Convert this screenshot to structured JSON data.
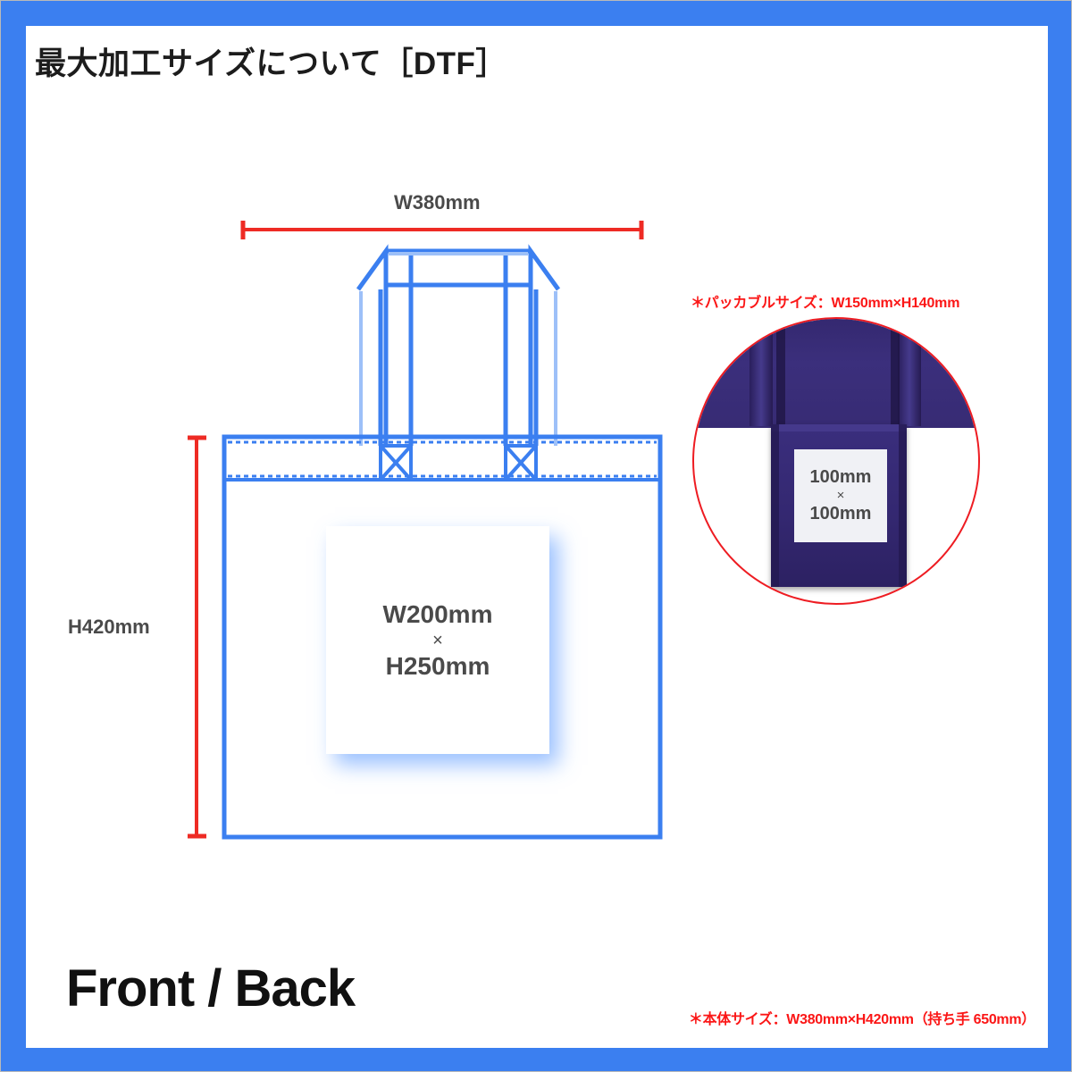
{
  "page": {
    "title": "最大加工サイズについて［DTF］",
    "front_back_label": "Front / Back",
    "body_size_note": "＊本体サイズ：W380mm×H420mm（持ち手 650mm）"
  },
  "colors": {
    "frame_blue": "#3b7ff0",
    "drawing_blue": "#3b7ff0",
    "dimension_red": "#ee2b24",
    "note_red": "#fb1616",
    "label_gray": "#4a4a4a",
    "bag_photo_purple": "#33276e"
  },
  "drawing": {
    "width_dimension_label": "W380mm",
    "height_dimension_label": "H420mm",
    "print_area": {
      "line1": "W200mm",
      "line2": "×",
      "line3": "H250mm"
    }
  },
  "inset": {
    "packable_note": "＊パッカブルサイズ：W150mm×H140mm",
    "pocket_print_area": {
      "line1": "100mm",
      "line2": "×",
      "line3": "100mm"
    }
  }
}
